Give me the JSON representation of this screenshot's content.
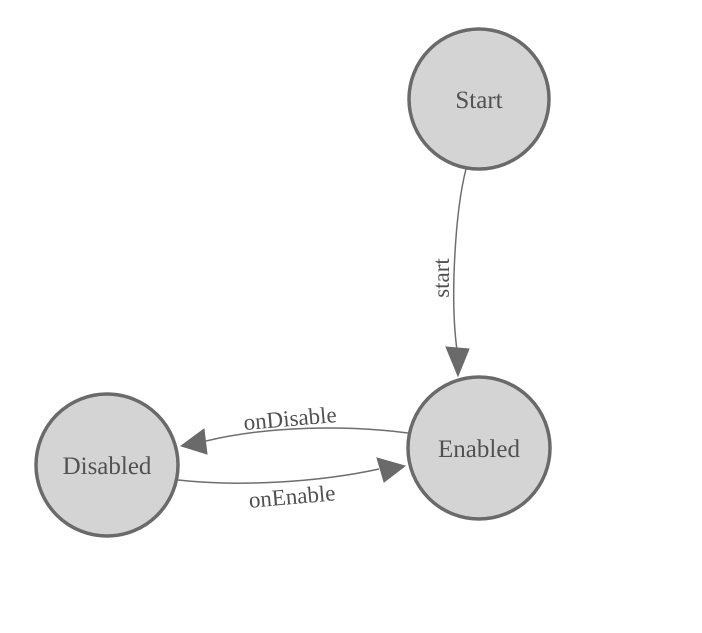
{
  "diagram": {
    "type": "state-machine",
    "colors": {
      "background": "#ffffff",
      "node_fill": "#d4d4d4",
      "node_border": "#6a6a6a",
      "edge_line": "#6e6e6e",
      "arrowhead": "#6a6a6a",
      "label_text": "#515151"
    },
    "nodes": [
      {
        "id": "start",
        "label": "Start"
      },
      {
        "id": "enabled",
        "label": "Enabled"
      },
      {
        "id": "disabled",
        "label": "Disabled"
      }
    ],
    "edges": [
      {
        "from": "Start",
        "to": "Enabled",
        "label": "start"
      },
      {
        "from": "Enabled",
        "to": "Disabled",
        "label": "onDisable"
      },
      {
        "from": "Disabled",
        "to": "Enabled",
        "label": "onEnable"
      }
    ]
  }
}
